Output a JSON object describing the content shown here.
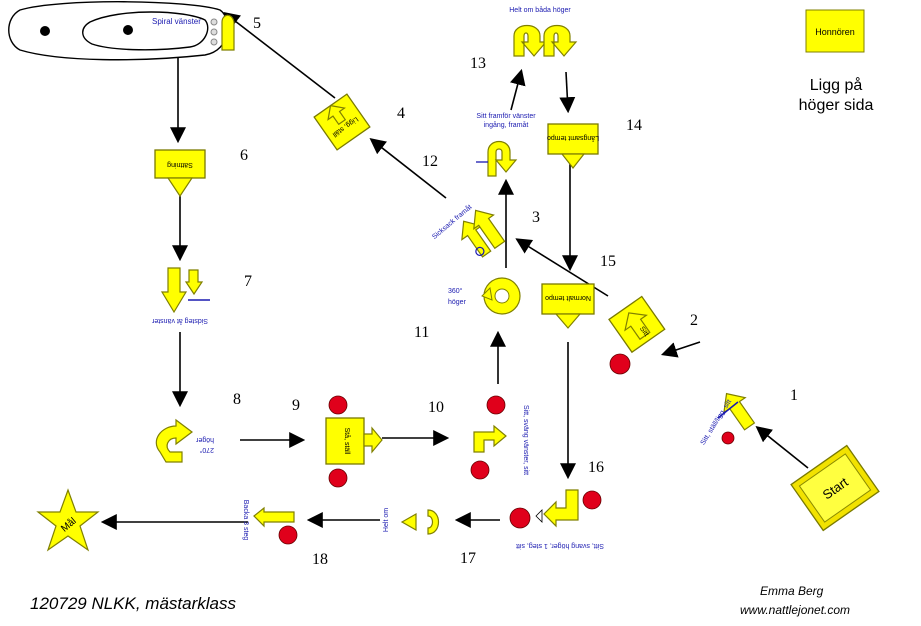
{
  "honnoren": {
    "label": "Honnören",
    "caption_line1": "Ligg på",
    "caption_line2": "höger sida"
  },
  "stations": {
    "start": "Start",
    "s1": "Sitt, ställ/ligg, sitt",
    "s2": "Sitt",
    "s3": "Sicksack framåt",
    "s4": "Ligg, ställ",
    "s5": "Spiral vänster",
    "s6": "Sättning",
    "s7": "Sidsteg åt vänster",
    "s8_line1": "270°",
    "s8_line2": "höger",
    "s9": "Stå, ställ",
    "s10": "Sitt, sväng vänster, sitt",
    "s11_line1": "360°",
    "s11_line2": "höger",
    "s12_line1": "Sitt framför vänster",
    "s12_line2": "ingång, framåt",
    "s13": "Helt om båda höger",
    "s14": "Långsamt tempo",
    "s15": "Normalt tempo",
    "s16": "Sitt, svang höger, 1 steg, sitt",
    "s17": "Helt om",
    "s18": "Backa 3 steg",
    "mal": "Mål"
  },
  "numbers": [
    "1",
    "2",
    "3",
    "4",
    "5",
    "6",
    "7",
    "8",
    "9",
    "10",
    "11",
    "12",
    "13",
    "14",
    "15",
    "16",
    "17",
    "18"
  ],
  "footer": {
    "title": "120729 NLKK, mästarklass",
    "author": "Emma Berg",
    "website": "www.nattlejonet.com"
  }
}
